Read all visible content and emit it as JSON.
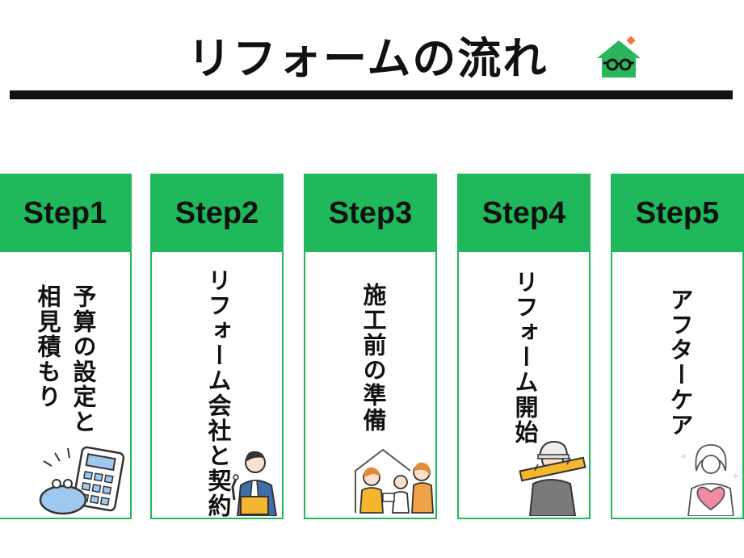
{
  "title": "リフォームの流れ",
  "colors": {
    "accent": "#1fb85a",
    "text": "#111111",
    "logo_green": "#2bb55c",
    "logo_orange": "#f07a3a"
  },
  "logo_icon": "house-with-glasses-icon",
  "steps": [
    {
      "label": "Step1",
      "text": "予算の設定と\n相見積もり",
      "icon": "wallet-calculator-icon"
    },
    {
      "label": "Step2",
      "text": "リフォーム会社と契約",
      "icon": "businessman-contract-icon"
    },
    {
      "label": "Step3",
      "text": "施工前の準備",
      "icon": "family-house-icon"
    },
    {
      "label": "Step4",
      "text": "リフォーム開始",
      "icon": "worker-lumber-icon"
    },
    {
      "label": "Step5",
      "text": "アフターケア",
      "icon": "woman-heart-icon"
    }
  ]
}
